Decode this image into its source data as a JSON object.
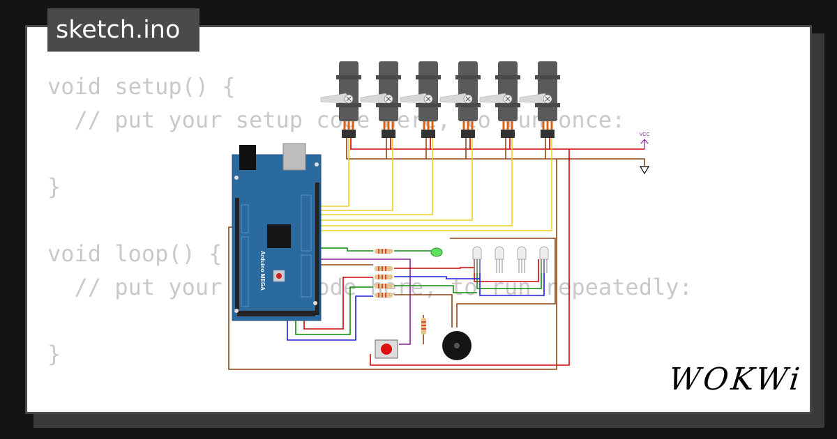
{
  "file_tab": {
    "label": "sketch.ino"
  },
  "code": {
    "lines": [
      "void setup() {",
      "  // put your setup code here, to run once:",
      "",
      "}",
      "",
      "void loop() {",
      "  // put your main code here, to run repeatedly:",
      "",
      "}"
    ]
  },
  "diagram": {
    "board": {
      "name": "Arduino MEGA",
      "color": "#2b6a9e"
    },
    "servo_count": 6,
    "led_count": 1,
    "rgb_led_count": 4,
    "resistor_count": 6,
    "power_labels": {
      "vcc": "VCC"
    },
    "wire_colors": {
      "signal": "#f0d020",
      "power": "#d00000",
      "ground": "#8b4513",
      "blue": "#1a1adc",
      "green": "#0a8a0a",
      "purple": "#8a1a9a"
    }
  },
  "brand": {
    "logo_text": "WOKWi"
  }
}
